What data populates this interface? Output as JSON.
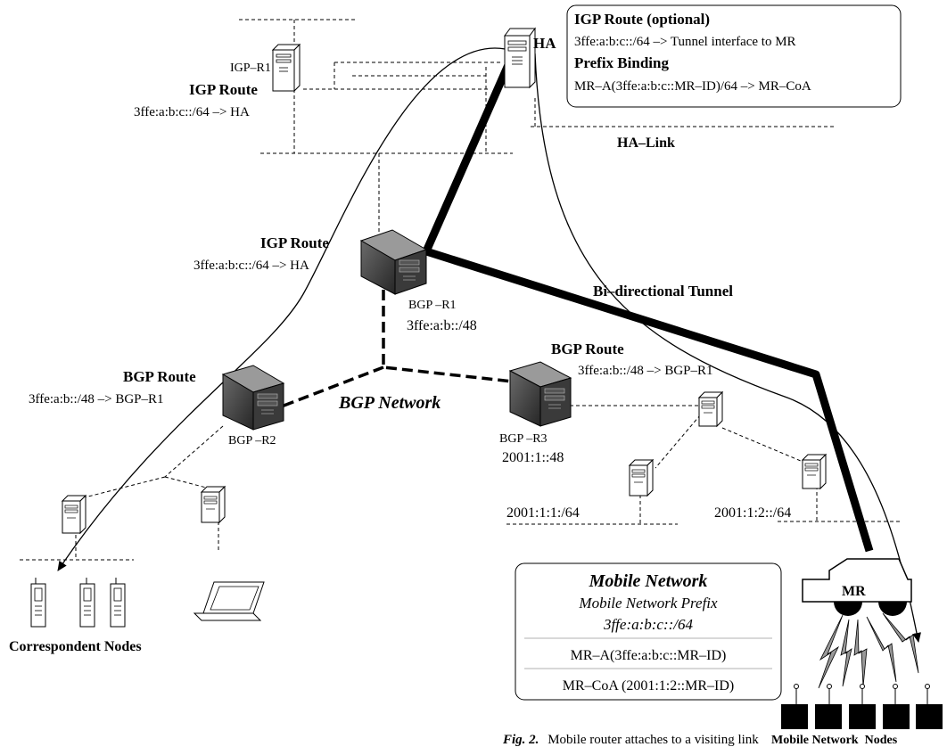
{
  "ha_box": {
    "title1": "IGP Route (optional)",
    "line1": "3ffe:a:b:c::/64 –> Tunnel interface to MR",
    "title2": "Prefix Binding",
    "line2": "MR–A(3ffe:a:b:c::MR–ID)/64 –> MR–CoA"
  },
  "ha_label": "HA",
  "ha_link": "HA–Link",
  "igp_r1": {
    "name": "IGP–R1",
    "route_title": "IGP Route",
    "route": "3ffe:a:b:c::/64 –> HA"
  },
  "bgp_r1": {
    "route_title": "IGP Route",
    "route": "3ffe:a:b:c::/64 –> HA",
    "name": "BGP –R1",
    "prefix": "3ffe:a:b::/48"
  },
  "tunnel_label": "Bi–directional Tunnel",
  "bgp_r2": {
    "route_title": "BGP Route",
    "route": "3ffe:a:b::/48 –> BGP–R1",
    "name": "BGP –R2"
  },
  "bgp_network": "BGP Network",
  "bgp_r3": {
    "route_title": "BGP Route",
    "route": "3ffe:a:b::/48 –> BGP–R1",
    "name": "BGP –R3",
    "prefix": "2001:1::48"
  },
  "subnet1": "2001:1:1:/64",
  "subnet2": "2001:1:2::/64",
  "mobile_box": {
    "title": "Mobile Network",
    "subtitle": "Mobile Network Prefix",
    "prefix": "3ffe:a:b:c::/64",
    "mra": "MR–A(3ffe:a:b:c::MR–ID)",
    "mrcoa": "MR–CoA (2001:1:2::MR–ID)"
  },
  "mr_label": "MR",
  "correspondent_nodes": "Correspondent Nodes",
  "mobile_nodes": "Mobile Network  Nodes",
  "caption": {
    "prefix": "Fig. 2.",
    "text": "Mobile router attaches to a visiting link"
  }
}
